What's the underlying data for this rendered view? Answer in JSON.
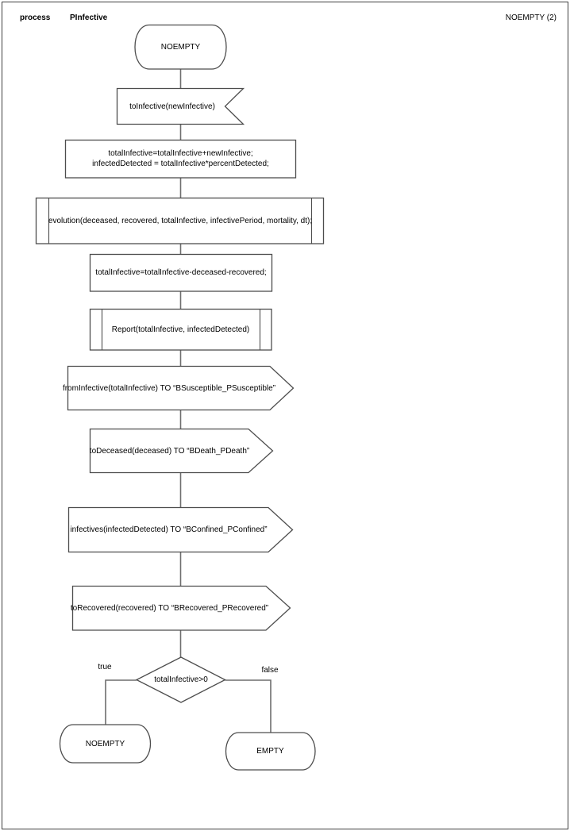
{
  "header": {
    "kind_label": "process",
    "process_name": "PInfective",
    "page_label": "NOEMPTY (2)"
  },
  "colors": {
    "shape_stroke": "#4d4d4d",
    "connector_stroke": "#6e6e6e",
    "text": "#000000",
    "background": "#ffffff"
  },
  "diagram": {
    "start_state": {
      "label": "NOEMPTY"
    },
    "input_signal": {
      "label": "toInfective(newInfective)"
    },
    "task_update": {
      "line1": "totalInfective=totalInfective+newInfective;",
      "line2": "infectedDetected = totalInfective*percentDetected;"
    },
    "procedure_evolution": {
      "label": "evolution(deceased, recovered, totalInfective, infectivePeriod, mortality, dt);"
    },
    "task_subtract": {
      "label": "totalInfective=totalInfective-deceased-recovered;"
    },
    "procedure_report": {
      "label": "Report(totalInfective, infectedDetected)"
    },
    "output_from_infective": {
      "label": "fromInfective(totalInfective) TO “BSusceptible_PSusceptible”"
    },
    "output_to_deceased": {
      "label": "toDeceased(deceased) TO “BDeath_PDeath”"
    },
    "output_infectives": {
      "label": "infectives(infectedDetected) TO “BConfined_PConfined”"
    },
    "output_to_recovered": {
      "label": "toRecovered(recovered) TO “BRecovered_PRecovered”"
    },
    "decision": {
      "label": "totalInfective>0",
      "true_label": "true",
      "false_label": "false"
    },
    "next_state_true": {
      "label": "NOEMPTY"
    },
    "next_state_false": {
      "label": "EMPTY"
    }
  }
}
